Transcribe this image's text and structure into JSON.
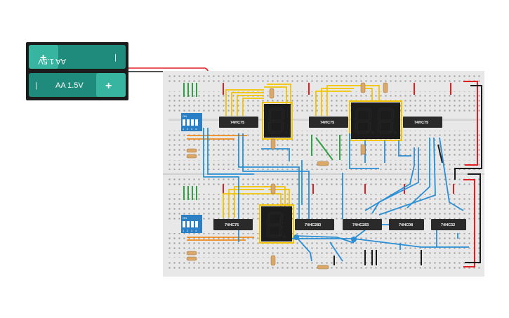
{
  "battery": {
    "cell_top_label": "AA 1.5V",
    "cell_bottom_label": "AA 1.5V",
    "plus_symbol": "+",
    "minus_symbol": "|"
  },
  "chips": {
    "top_left": "74HC75",
    "top_middle": "74HC75",
    "top_right": "74HC75",
    "bottom_left": "74HC75",
    "bottom_adder_1": "74HC283",
    "bottom_adder_2": "74HC283",
    "bottom_and": "74HC08",
    "bottom_or": "74HC32"
  },
  "dip_switch": {
    "on_label": "ON",
    "positions": [
      "1",
      "2",
      "3",
      "4"
    ]
  },
  "displays": {
    "top_single": "8.",
    "top_double_left": "8.",
    "top_double_right": "8.",
    "bottom_single": "8."
  },
  "colors": {
    "breadboard": "#e8e8e8",
    "chip": "#2a2a2a",
    "display": "#1c1c1c",
    "battery_teal": "#1f8b7c",
    "dip_blue": "#2b7fc4",
    "wire_yellow": "#f2c300",
    "wire_blue": "#2a8fd4",
    "wire_green": "#2fa043",
    "wire_orange": "#f08a1c",
    "wire_red": "#e02020",
    "wire_black": "#1a1a1a"
  }
}
